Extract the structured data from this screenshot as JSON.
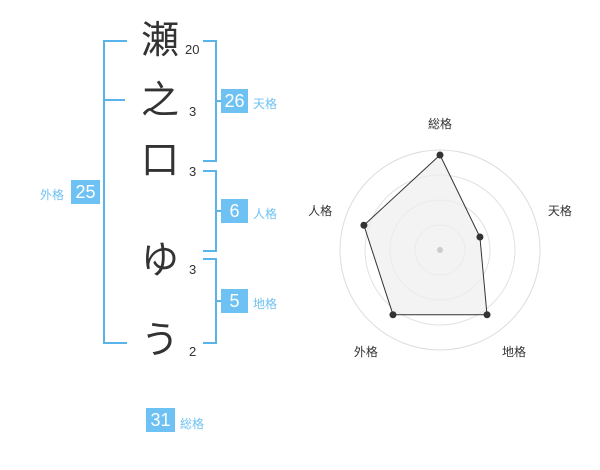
{
  "name_chars": [
    {
      "char": "瀬",
      "strokes": "20"
    },
    {
      "char": "之",
      "strokes": "3"
    },
    {
      "char": "口",
      "strokes": "3"
    },
    {
      "char": "ゆ",
      "strokes": "3"
    },
    {
      "char": "う",
      "strokes": "2"
    }
  ],
  "scores": {
    "tenkaku": {
      "value": "26",
      "label": "天格"
    },
    "jinkaku": {
      "value": "6",
      "label": "人格"
    },
    "chikaku": {
      "value": "5",
      "label": "地格"
    },
    "gaikaku": {
      "value": "25",
      "label": "外格"
    },
    "soukaku": {
      "value": "31",
      "label": "総格"
    }
  },
  "colors": {
    "accent": "#6ec2f3",
    "bracket": "#5ab4ea",
    "text": "#333333",
    "radar_fill": "#eeeeee"
  },
  "chart_data": {
    "type": "radar",
    "axes": [
      "総格",
      "天格",
      "地格",
      "外格",
      "人格"
    ],
    "values": [
      0.95,
      0.42,
      0.8,
      0.8,
      0.8
    ],
    "rings": 4,
    "grid": true
  }
}
